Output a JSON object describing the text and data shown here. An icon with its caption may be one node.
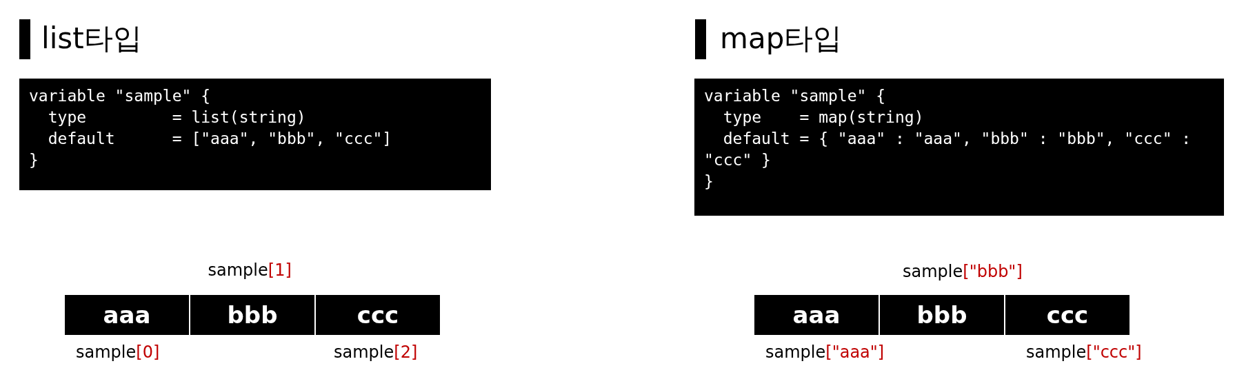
{
  "diagram": {
    "nodes": [
      {
        "text": [
          "variable \"sample\" {",
          "  type         = list(string)",
          "  default      = [\"aaa\", \"bbb\", \"ccc\"]",
          "}"
        ]
      },
      {
        "text": [
          "aaa"
        ]
      },
      {
        "text": [
          "bbb"
        ]
      },
      {
        "text": [
          "ccc"
        ]
      },
      {
        "text": [
          "variable \"sample\" {",
          "  type    = map(string)",
          "  default = { \"aaa\" : \"aaa\", \"bbb\" : \"bbb\", \"ccc\" : \"ccc\" }",
          "}"
        ]
      },
      {
        "text": [
          "aaa"
        ]
      },
      {
        "text": [
          "bbb"
        ]
      },
      {
        "text": [
          "ccc"
        ]
      }
    ],
    "edges": [],
    "labels": [
      "list타입",
      "map타입",
      "sample[1]",
      "sample[\"bbb\"]",
      "sample[0]",
      "sample[2]",
      "sample[\"aaa\"]",
      "sample[\"ccc\"]"
    ]
  }
}
